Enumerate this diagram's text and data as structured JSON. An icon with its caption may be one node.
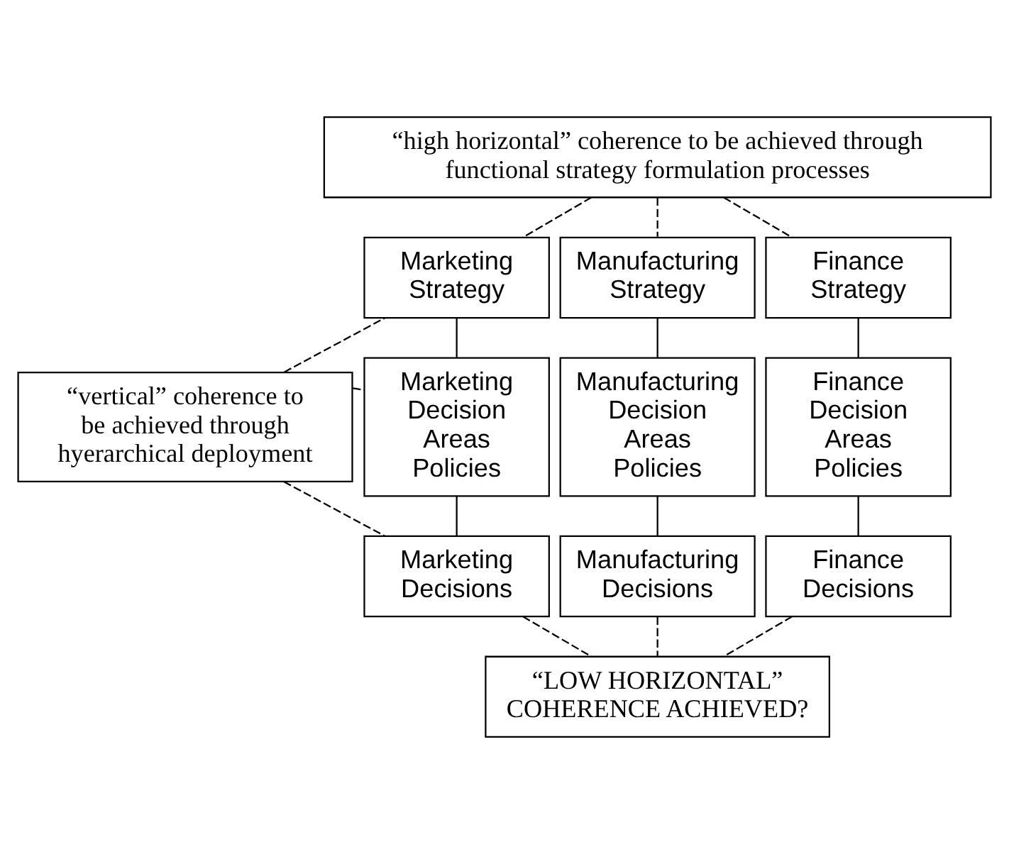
{
  "diagram": {
    "nodes": [
      {
        "text": [
          "“high horizontal” coherence to be achieved through functional strategy formulation processes"
        ]
      },
      {
        "text": [
          "“vertical” coherence to be achieved through hyerarchical deployment"
        ]
      },
      {
        "text": [
          "Marketing Strategy"
        ]
      },
      {
        "text": [
          "Manufacturing Strategy"
        ]
      },
      {
        "text": [
          "Finance Strategy"
        ]
      },
      {
        "text": [
          "Marketing Decision Areas Policies"
        ]
      },
      {
        "text": [
          "Manufacturing Decision Areas Policies"
        ]
      },
      {
        "text": [
          "Finance Decision Areas Policies"
        ]
      },
      {
        "text": [
          "Marketing Decisions"
        ]
      },
      {
        "text": [
          "Manufacturing Decisions"
        ]
      },
      {
        "text": [
          "Finance Decisions"
        ]
      },
      {
        "text": [
          "“LOW HORIZONTAL” COHERENCE ACHIEVED?"
        ]
      }
    ],
    "edges": [
      {
        "from": 0,
        "to": 2,
        "arrow": "none",
        "style": "dashed"
      },
      {
        "from": 0,
        "to": 3,
        "arrow": "none",
        "style": "dashed"
      },
      {
        "from": 0,
        "to": 4,
        "arrow": "none",
        "style": "dashed"
      },
      {
        "from": 1,
        "to": 2,
        "arrow": "none",
        "style": "dashed"
      },
      {
        "from": 1,
        "to": 5,
        "arrow": "none",
        "style": "dashed"
      },
      {
        "from": 1,
        "to": 8,
        "arrow": "none",
        "style": "dashed"
      },
      {
        "from": 2,
        "to": 5,
        "arrow": "none"
      },
      {
        "from": 3,
        "to": 6,
        "arrow": "none"
      },
      {
        "from": 4,
        "to": 7,
        "arrow": "none"
      },
      {
        "from": 5,
        "to": 8,
        "arrow": "none"
      },
      {
        "from": 6,
        "to": 9,
        "arrow": "none"
      },
      {
        "from": 7,
        "to": 10,
        "arrow": "none"
      },
      {
        "from": 8,
        "to": 11,
        "arrow": "none",
        "style": "dashed"
      },
      {
        "from": 9,
        "to": 11,
        "arrow": "none",
        "style": "dashed"
      },
      {
        "from": 10,
        "to": 11,
        "arrow": "none",
        "style": "dashed"
      }
    ]
  }
}
